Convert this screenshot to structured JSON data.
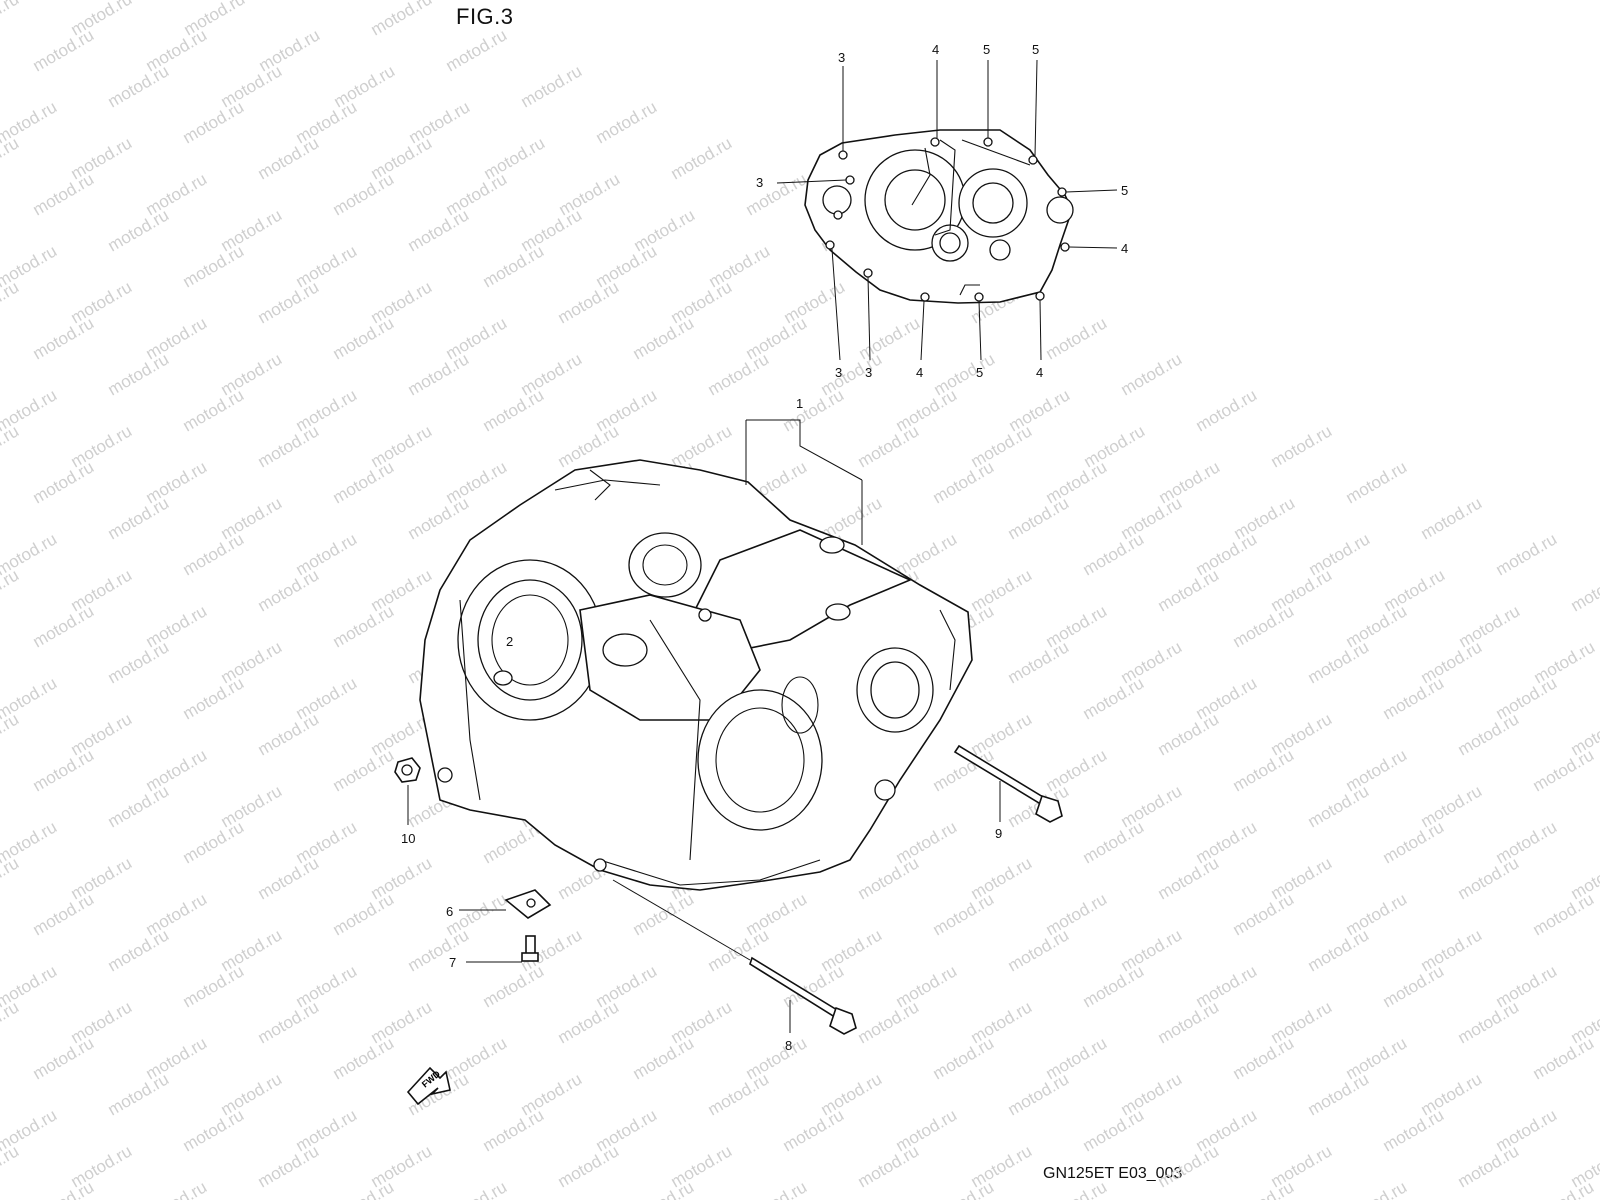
{
  "figure": {
    "title": "FIG.3",
    "code": "GN125ET E03_003"
  },
  "watermark": {
    "text": "motod.ru"
  },
  "fwd_label": "FWD",
  "callouts": {
    "inset": {
      "top": [
        "3",
        "4",
        "5",
        "5"
      ],
      "left": "3",
      "right_5": "5",
      "right_4": "4",
      "bottom": [
        "3",
        "3",
        "4",
        "5",
        "4"
      ]
    },
    "main": {
      "p1": "1",
      "p2": "2",
      "p6": "6",
      "p7": "7",
      "p8": "8",
      "p9": "9",
      "p10": "10"
    }
  }
}
